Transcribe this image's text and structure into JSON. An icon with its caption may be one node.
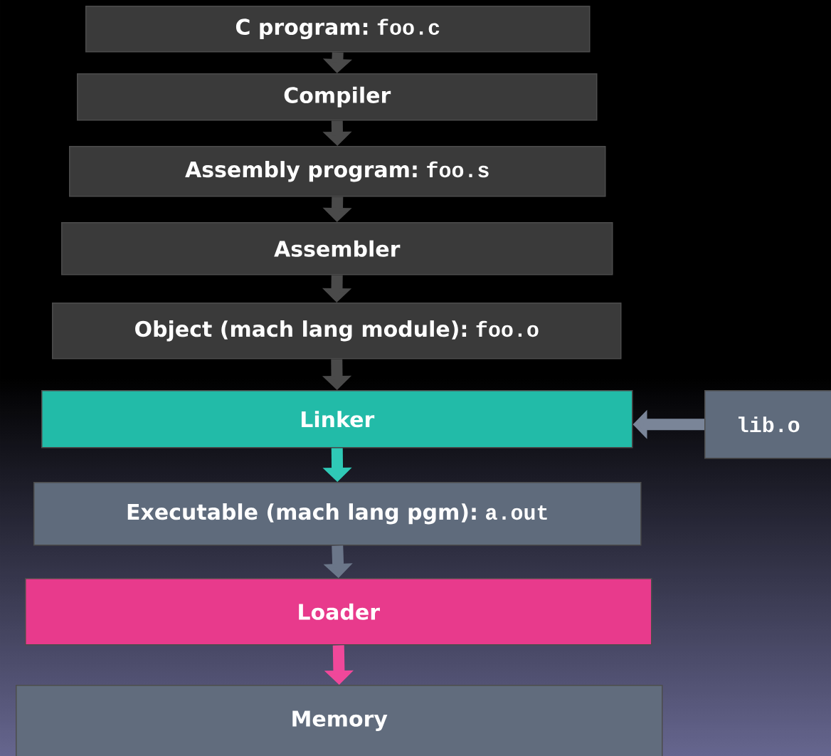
{
  "diagram": {
    "nodes": [
      {
        "text": [
          "C program:",
          "foo.c"
        ]
      },
      {
        "text": [
          "Compiler"
        ]
      },
      {
        "text": [
          "Assembly program:",
          "foo.s"
        ]
      },
      {
        "text": [
          "Assembler"
        ]
      },
      {
        "text": [
          "Object (mach lang module):",
          "foo.o"
        ]
      },
      {
        "text": [
          "Linker"
        ]
      },
      {
        "text": [
          "lib.o"
        ]
      },
      {
        "text": [
          "Executable (mach lang pgm):",
          "a.out"
        ]
      },
      {
        "text": [
          "Loader"
        ]
      },
      {
        "text": [
          "Memory"
        ]
      }
    ],
    "edges": [
      {
        "from": 0,
        "to": 1,
        "arrow": "to"
      },
      {
        "from": 1,
        "to": 2,
        "arrow": "to"
      },
      {
        "from": 2,
        "to": 3,
        "arrow": "to"
      },
      {
        "from": 3,
        "to": 4,
        "arrow": "to"
      },
      {
        "from": 4,
        "to": 5,
        "arrow": "to"
      },
      {
        "from": 6,
        "to": 5,
        "arrow": "to",
        "color": "#7a8598"
      },
      {
        "from": 5,
        "to": 7,
        "arrow": "to",
        "color": "#2fc9b6"
      },
      {
        "from": 7,
        "to": 8,
        "arrow": "to",
        "color": "#6b7689"
      },
      {
        "from": 8,
        "to": 9,
        "arrow": "to",
        "color": "#f0489a"
      }
    ]
  }
}
